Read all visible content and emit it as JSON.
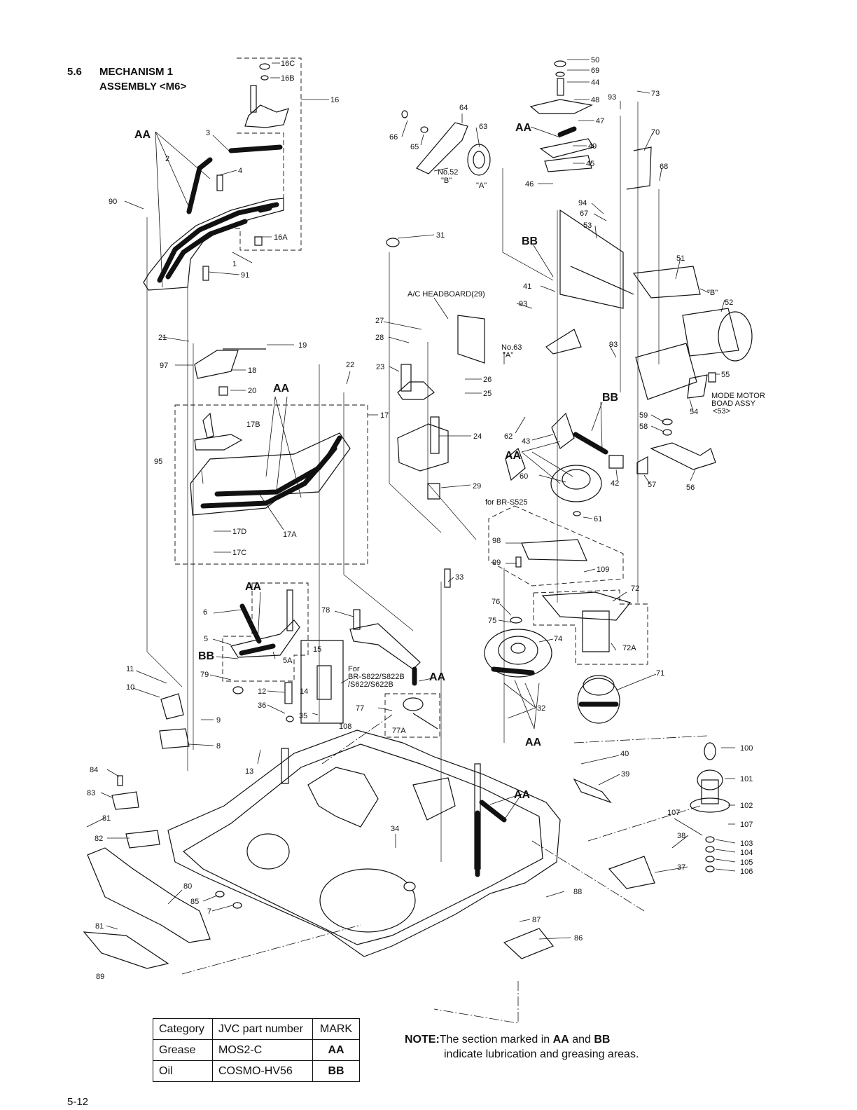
{
  "header": {
    "section_number": "5.6",
    "title_line1": "MECHANISM 1",
    "title_line2": "ASSEMBLY <M6>"
  },
  "diagram": {
    "callouts": {
      "p1": "1",
      "p2": "2",
      "p3": "3",
      "p4": "4",
      "p5": "5",
      "p5A": "5A",
      "p6": "6",
      "p7": "7",
      "p8": "8",
      "p9": "9",
      "p10": "10",
      "p11": "11",
      "p12": "12",
      "p13": "13",
      "p14": "14",
      "p15": "15",
      "p16": "16",
      "p16A": "16A",
      "p16B": "16B",
      "p16C": "16C",
      "p17": "17",
      "p17A": "17A",
      "p17B": "17B",
      "p17C": "17C",
      "p17D": "17D",
      "p18": "18",
      "p19": "19",
      "p20": "20",
      "p21": "21",
      "p22": "22",
      "p23": "23",
      "p24": "24",
      "p25": "25",
      "p26": "26",
      "p27": "27",
      "p28": "28",
      "p29": "29",
      "p31": "31",
      "p32": "32",
      "p33": "33",
      "p34": "34",
      "p35": "35",
      "p36": "36",
      "p37": "37",
      "p38": "38",
      "p39": "39",
      "p40": "40",
      "p41": "41",
      "p42": "42",
      "p43": "43",
      "p44": "44",
      "p45": "45",
      "p46": "46",
      "p47": "47",
      "p48": "48",
      "p49": "49",
      "p50": "50",
      "p51": "51",
      "p52": "52",
      "p53a": "53",
      "p53b": "<53>",
      "p54": "54",
      "p55": "55",
      "p56": "56",
      "p57": "57",
      "p58": "58",
      "p59": "59",
      "p60": "60",
      "p61": "61",
      "p62": "62",
      "p63": "63",
      "p64": "64",
      "p65": "65",
      "p66": "66",
      "p67": "67",
      "p68": "68",
      "p69": "69",
      "p70": "70",
      "p71": "71",
      "p72": "72",
      "p72A": "72A",
      "p73": "73",
      "p74": "74",
      "p75": "75",
      "p76": "76",
      "p77": "77",
      "p77A": "77A",
      "p78": "78",
      "p79": "79",
      "p80": "80",
      "p81a": "81",
      "p81b": "81",
      "p82": "82",
      "p83": "83",
      "p84": "84",
      "p85": "85",
      "p86": "86",
      "p87": "87",
      "p88": "88",
      "p89": "89",
      "p90": "90",
      "p91": "91",
      "p93a": "93",
      "p93b": "93",
      "p93c": "93",
      "p94": "94",
      "p95": "95",
      "p97": "97",
      "p98": "98",
      "p99": "99",
      "p100": "100",
      "p101": "101",
      "p102": "102",
      "p103": "103",
      "p104": "104",
      "p105": "105",
      "p106": "106",
      "p107a": "107",
      "p107b": "107",
      "p108": "108",
      "p109": "109"
    },
    "texts": {
      "ac_headboard": "A/C HEADBOARD(29)",
      "no52": "No.52",
      "q_b1": "\"B\"",
      "q_a1": "\"A\"",
      "no63": "No.63",
      "q_a2": "\"A\"",
      "q_b2": "\"B\"",
      "mode_motor_1": "MODE MOTOR",
      "mode_motor_2": "BOAD ASSY",
      "for_brs525": "for BR-S525",
      "for_br": "For",
      "br_models_1": "BR-S822/S822B",
      "br_models_2": "/S622/S622B"
    },
    "marks": {
      "aa1": "AA",
      "aa2": "AA",
      "aa3": "AA",
      "aa4": "AA",
      "aa5": "AA",
      "aa6": "AA",
      "aa7": "AA",
      "bb1": "BB",
      "bb2": "BB",
      "bb3": "BB"
    }
  },
  "lubrication_table": {
    "headers": [
      "Category",
      "JVC part number",
      "MARK"
    ],
    "rows": [
      [
        "Grease",
        "MOS2-C",
        "AA"
      ],
      [
        "Oil",
        "COSMO-HV56",
        "BB"
      ]
    ]
  },
  "note": {
    "label": "NOTE:",
    "line1_pre": "The section marked in ",
    "mark_aa": "AA",
    "line1_mid": " and ",
    "mark_bb": "BB",
    "line2": "indicate lubrication and greasing areas."
  },
  "page_number": "5-12"
}
